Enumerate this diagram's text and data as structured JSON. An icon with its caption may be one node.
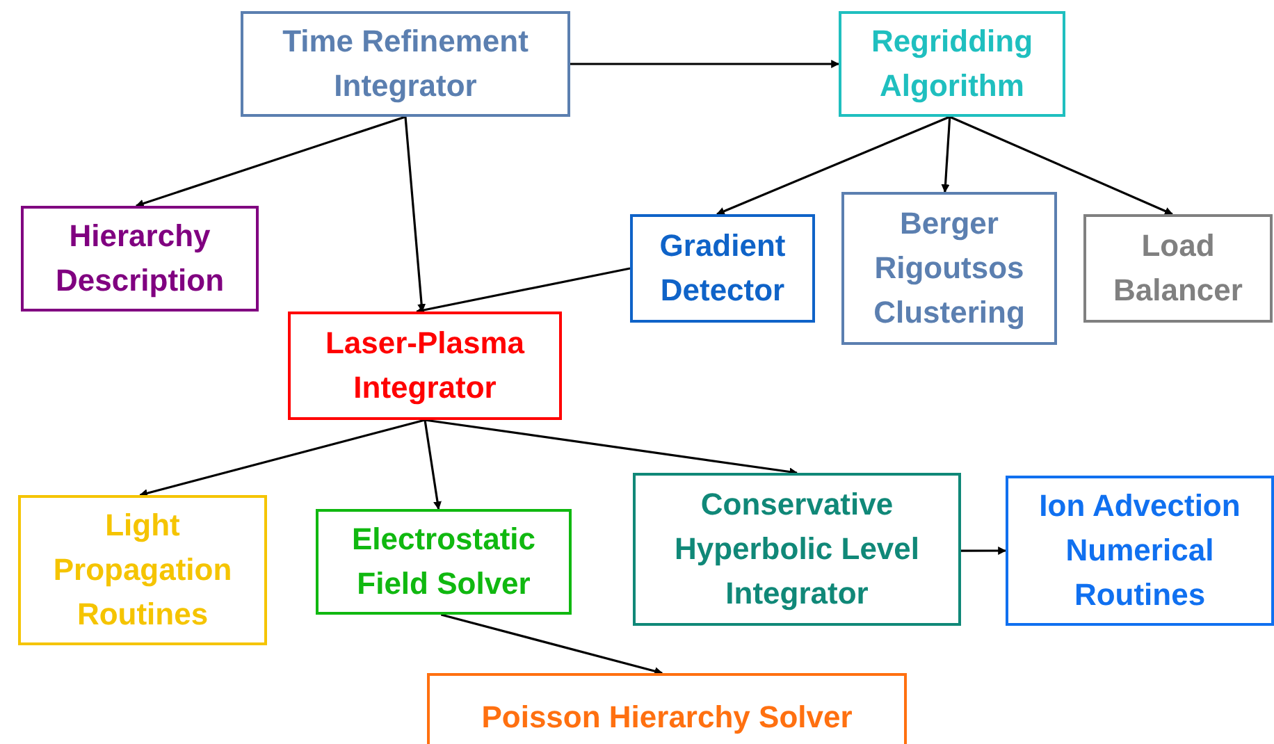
{
  "diagram": {
    "nodes": [
      {
        "text": [
          "Time Refinement Integrator"
        ]
      },
      {
        "text": [
          "Regridding Algorithm"
        ]
      },
      {
        "text": [
          "Hierarchy Description"
        ]
      },
      {
        "text": [
          "Gradient Detector"
        ]
      },
      {
        "text": [
          "Berger Rigoutsos Clustering"
        ]
      },
      {
        "text": [
          "Load Balancer"
        ]
      },
      {
        "text": [
          "Laser-Plasma Integrator"
        ]
      },
      {
        "text": [
          "Light Propagation Routines"
        ]
      },
      {
        "text": [
          "Electrostatic Field Solver"
        ]
      },
      {
        "text": [
          "Conservative Hyperbolic Level Integrator"
        ]
      },
      {
        "text": [
          "Ion Advection Numerical Routines"
        ]
      },
      {
        "text": [
          "Poisson Hierarchy Solver"
        ]
      }
    ],
    "edges": [
      {
        "from": 0,
        "to": 1,
        "arrow": "to"
      },
      {
        "from": 0,
        "to": 2,
        "arrow": "to"
      },
      {
        "from": 0,
        "to": 6,
        "arrow": "to"
      },
      {
        "from": 1,
        "to": 3,
        "arrow": "to"
      },
      {
        "from": 1,
        "to": 4,
        "arrow": "to"
      },
      {
        "from": 1,
        "to": 5,
        "arrow": "to"
      },
      {
        "from": 3,
        "to": 6,
        "arrow": "to"
      },
      {
        "from": 6,
        "to": 7,
        "arrow": "to"
      },
      {
        "from": 6,
        "to": 8,
        "arrow": "to"
      },
      {
        "from": 6,
        "to": 9,
        "arrow": "to"
      },
      {
        "from": 9,
        "to": 10,
        "arrow": "to"
      },
      {
        "from": 8,
        "to": 11,
        "arrow": "to"
      }
    ]
  }
}
